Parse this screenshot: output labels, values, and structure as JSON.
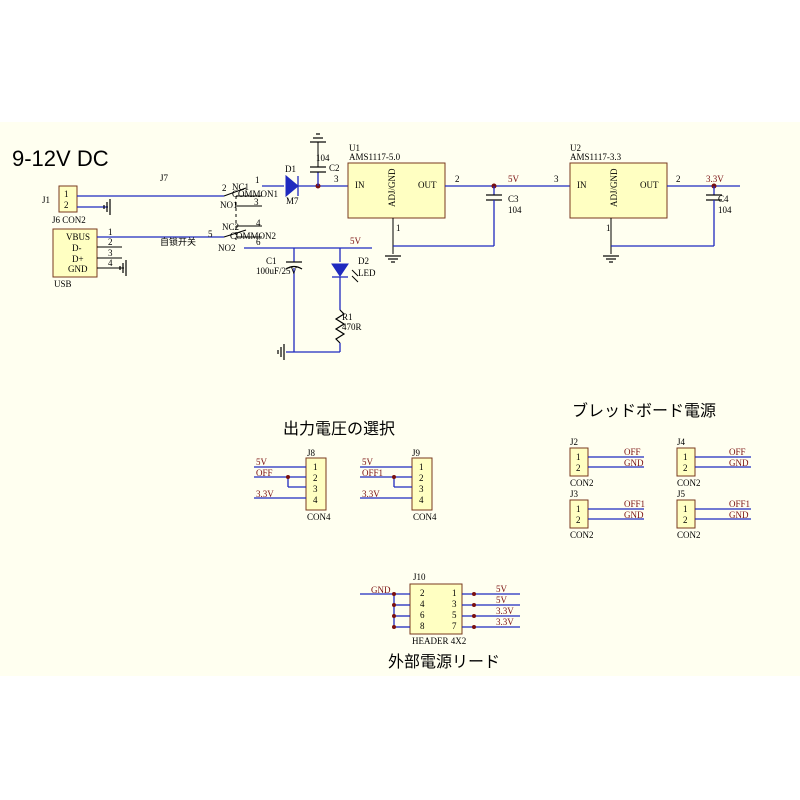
{
  "title": "9-12V DC",
  "captions": {
    "select": "出力電圧の選択",
    "breadboard": "ブレッドボード電源",
    "lead": "外部電源リード"
  },
  "parts": {
    "j1": {
      "ref": "J1",
      "name": "CON2",
      "pins": [
        "1",
        "2"
      ]
    },
    "j6": {
      "ref": "J6 CON2",
      "pins": [
        "VBUS",
        "D-",
        "D+",
        "GND"
      ],
      "nums": [
        "1",
        "2",
        "3",
        "4"
      ],
      "name": "USB"
    },
    "j7": {
      "ref": "J7",
      "note": "自锁开关",
      "pins": [
        "NC1",
        "COMMON1",
        "NO1",
        "NC2",
        "COMMON2",
        "NO2"
      ],
      "nums": [
        "2",
        "1",
        "3",
        "4",
        "5",
        "6"
      ]
    },
    "d1": {
      "ref": "D1",
      "name": "M7"
    },
    "c2": {
      "ref": "C2",
      "value": "104"
    },
    "u1": {
      "ref": "U1",
      "name": "AMS1117-5.0",
      "in": "IN",
      "out": "OUT",
      "gnd": "ADJ/GND",
      "pin_in": "3",
      "pin_out": "2",
      "pin_gnd": "1"
    },
    "u2": {
      "ref": "U2",
      "name": "AMS1117-3.3",
      "in": "IN",
      "out": "OUT",
      "gnd": "ADJ/GND",
      "pin_in": "3",
      "pin_out": "2",
      "pin_gnd": "1"
    },
    "c3": {
      "ref": "C3",
      "value": "104"
    },
    "c4": {
      "ref": "C4",
      "value": "104"
    },
    "c1": {
      "ref": "C1",
      "value": "100uF/25V"
    },
    "d2": {
      "ref": "D2",
      "name": "LED"
    },
    "r1": {
      "ref": "R1",
      "value": "470R"
    },
    "j8": {
      "ref": "J8",
      "name": "CON4",
      "nets": [
        "5V",
        "OFF",
        "",
        "3.3V"
      ],
      "pins": [
        "1",
        "2",
        "3",
        "4"
      ]
    },
    "j9": {
      "ref": "J9",
      "name": "CON4",
      "nets": [
        "5V",
        "OFF1",
        "",
        "3.3V"
      ],
      "pins": [
        "1",
        "2",
        "3",
        "4"
      ]
    },
    "j2": {
      "ref": "J2",
      "name": "CON2",
      "nets": [
        "OFF",
        "GND"
      ],
      "pins": [
        "1",
        "2"
      ]
    },
    "j4": {
      "ref": "J4",
      "name": "CON2",
      "nets": [
        "OFF",
        "GND"
      ],
      "pins": [
        "1",
        "2"
      ]
    },
    "j3": {
      "ref": "J3",
      "name": "CON2",
      "nets": [
        "OFF1",
        "GND"
      ],
      "pins": [
        "1",
        "2"
      ]
    },
    "j5": {
      "ref": "J5",
      "name": "CON2",
      "nets": [
        "OFF1",
        "GND"
      ],
      "pins": [
        "1",
        "2"
      ]
    },
    "j10": {
      "ref": "J10",
      "name": "HEADER 4X2",
      "left_pins": [
        "2",
        "4",
        "6",
        "8"
      ],
      "right_pins": [
        "1",
        "3",
        "5",
        "7"
      ],
      "left_net": "GND",
      "right_nets": [
        "5V",
        "5V",
        "3.3V",
        "3.3V"
      ]
    }
  },
  "nets": {
    "v5": "5V",
    "v33": "3.3V",
    "n2": "2",
    "n3": "3"
  }
}
